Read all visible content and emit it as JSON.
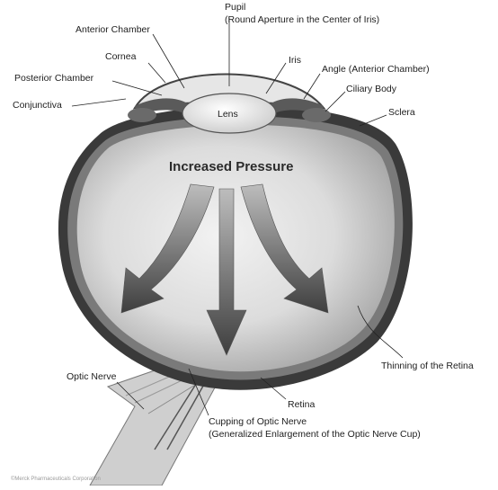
{
  "labels": {
    "pupil": "Pupil",
    "pupil_desc": "(Round Aperture in the Center of Iris)",
    "anterior_chamber": "Anterior Chamber",
    "cornea": "Cornea",
    "posterior_chamber": "Posterior Chamber",
    "conjunctiva": "Conjunctiva",
    "iris": "Iris",
    "angle": "Angle (Anterior Chamber)",
    "ciliary_body": "Ciliary Body",
    "sclera": "Sclera",
    "lens": "Lens",
    "increased_pressure": "Increased Pressure",
    "thinning_retina": "Thinning of the Retina",
    "optic_nerve": "Optic Nerve",
    "retina": "Retina",
    "cupping": "Cupping of Optic Nerve",
    "cupping_desc": "(Generalized Enlargement of the Optic Nerve Cup)"
  },
  "credit": "©Merck Pharmaceuticals Corporation",
  "colors": {
    "sclera": "#3a3a3a",
    "vitreous": "#d9d9d9",
    "arrow": "#4a4a4a"
  }
}
